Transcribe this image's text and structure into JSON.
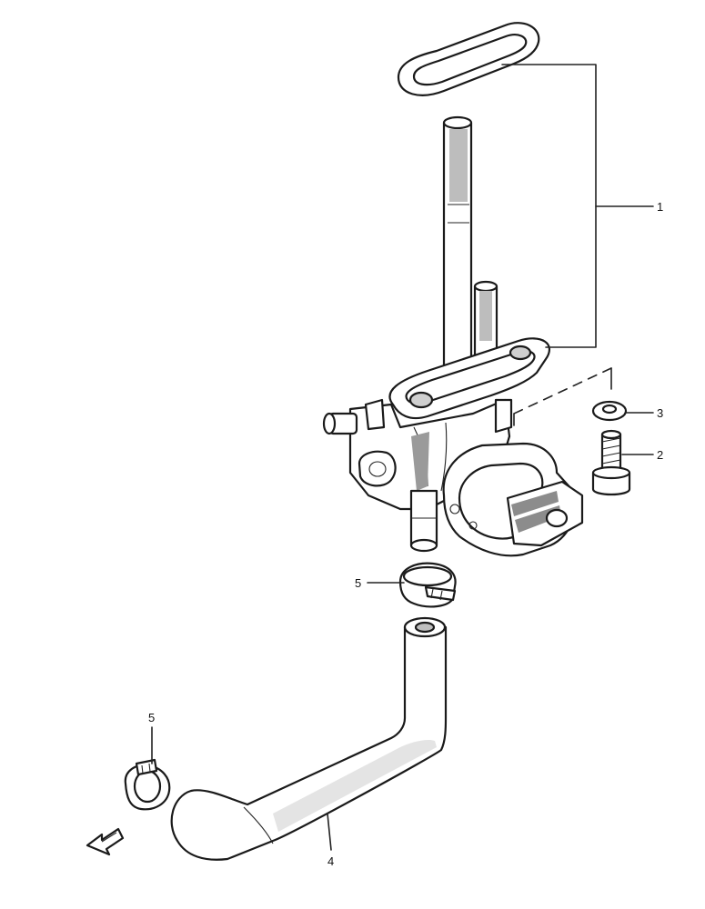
{
  "callouts": {
    "fuel_cock_assembly": "1",
    "bolt": "2",
    "washer": "3",
    "fuel_hose": "4",
    "hose_clamp_upper": "5",
    "hose_clamp_lower": "5"
  },
  "colors": {
    "line": "#1a1a1a",
    "shade": "#9a9a9a",
    "light": "#d8d8d8"
  }
}
